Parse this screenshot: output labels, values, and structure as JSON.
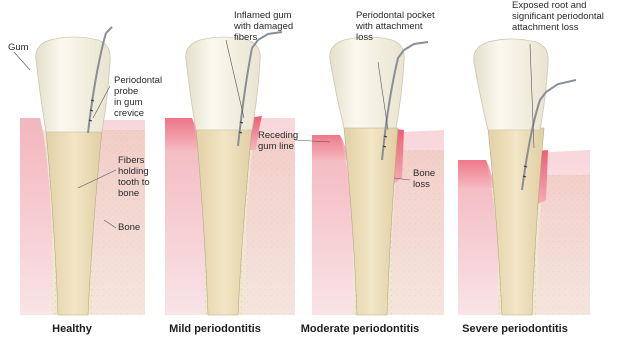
{
  "panels": [
    {
      "caption": "Healthy"
    },
    {
      "caption": "Mild periodontitis"
    },
    {
      "caption": "Moderate periodontitis"
    },
    {
      "caption": "Severe periodontitis"
    }
  ],
  "labels": {
    "gum": "Gum",
    "probe": [
      "Periodontal",
      "probe",
      "in gum",
      "crevice"
    ],
    "fibers": [
      "Fibers",
      "holding",
      "tooth to",
      "bone"
    ],
    "bone": "Bone",
    "inflamed": [
      "Inflamed gum",
      "with damaged",
      "fibers"
    ],
    "receding": [
      "Receding",
      "gum line"
    ],
    "pocket": [
      "Periodontal pocket",
      "with attachment",
      "loss"
    ],
    "bone_loss": [
      "Bone",
      "loss"
    ],
    "exposed": [
      "Exposed root and",
      "significant periodontal",
      "attachment loss"
    ]
  },
  "colors": {
    "gum": "#f0a9b2",
    "gum_light": "#f8d9dd",
    "inflamed_gum": "#ee6f82",
    "bone": "#efe3cc",
    "root": "#ecdcb6",
    "crown": "#f6f3e6",
    "probe": "#8a8f97"
  }
}
